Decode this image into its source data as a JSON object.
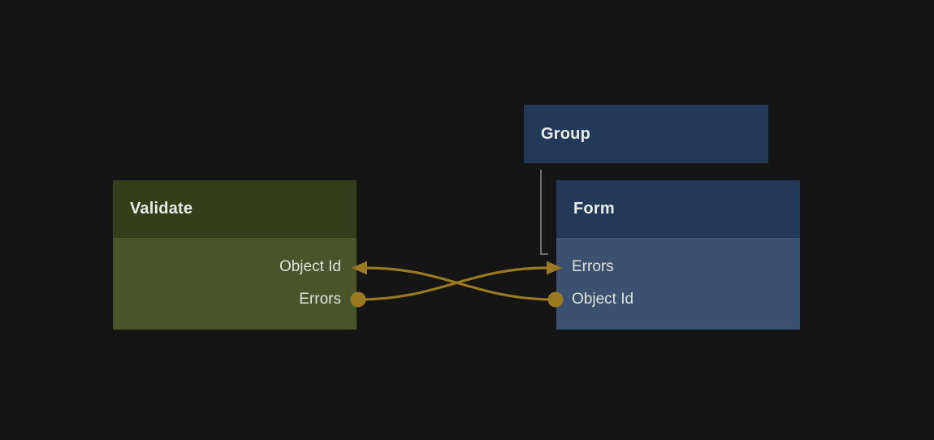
{
  "canvas": {
    "kind": "node-editor"
  },
  "colors": {
    "canvas_bg": "#151515",
    "validate_header": "#353e1a",
    "validate_body": "#49542a",
    "blue_header": "#223a57",
    "form_body": "#3c506f",
    "wire": "#997922",
    "connector": "#6f6f6f",
    "header_text": "#e9ece8",
    "field_text": "#dde3da"
  },
  "nodes": {
    "validate": {
      "title": "Validate",
      "ports": [
        {
          "label": "Object Id",
          "role": "input",
          "marker": "arrowhead"
        },
        {
          "label": "Errors",
          "role": "output",
          "marker": "dot"
        }
      ]
    },
    "group": {
      "title": "Group"
    },
    "form": {
      "title": "Form",
      "ports": [
        {
          "label": "Errors",
          "role": "input",
          "marker": "arrowhead"
        },
        {
          "label": "Object Id",
          "role": "output",
          "marker": "dot"
        }
      ]
    }
  },
  "connections": [
    {
      "from": "Validate.Errors",
      "to": "Form.Errors",
      "source_marker": "dot",
      "target_marker": "arrowhead"
    },
    {
      "from": "Form.Object Id",
      "to": "Validate.Object Id",
      "source_marker": "dot",
      "target_marker": "arrowhead"
    }
  ],
  "hierarchy": [
    {
      "parent": "Group",
      "child": "Form"
    }
  ]
}
